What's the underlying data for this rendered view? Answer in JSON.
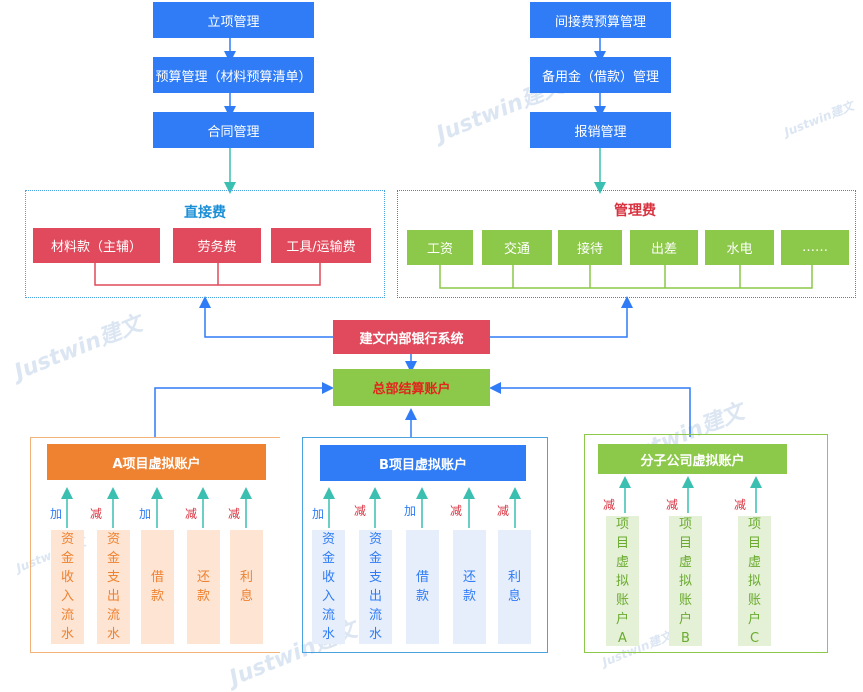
{
  "watermark": "Justwin建文",
  "left_chain": [
    "立项管理",
    "预算管理（材料预算清单）",
    "合同管理"
  ],
  "right_chain": [
    "间接费预算管理",
    "备用金（借款）管理",
    "报销管理"
  ],
  "direct_cost": {
    "title": "直接费",
    "items": [
      "材料款（主辅）",
      "劳务费",
      "工具/运输费"
    ]
  },
  "management_cost": {
    "title": "管理费",
    "items": [
      "工资",
      "交通",
      "接待",
      "出差",
      "水电",
      "……"
    ]
  },
  "bank_system": "建文内部银行系统",
  "hq_account": "总部结算账户",
  "account_a": {
    "title": "A项目虚拟账户",
    "signs": [
      "加",
      "减",
      "加",
      "减",
      "减"
    ],
    "columns": [
      [
        "资",
        "金",
        "收",
        "入",
        "流",
        "水"
      ],
      [
        "资",
        "金",
        "支",
        "出",
        "流",
        "水"
      ],
      [
        "借",
        "款"
      ],
      [
        "还",
        "款"
      ],
      [
        "利",
        "息"
      ]
    ]
  },
  "account_b": {
    "title": "B项目虚拟账户",
    "signs": [
      "加",
      "减",
      "加",
      "减",
      "减"
    ],
    "columns": [
      [
        "资",
        "金",
        "收",
        "入",
        "流",
        "水"
      ],
      [
        "资",
        "金",
        "支",
        "出",
        "流",
        "水"
      ],
      [
        "借",
        "款"
      ],
      [
        "还",
        "款"
      ],
      [
        "利",
        "息"
      ]
    ]
  },
  "account_sub": {
    "title": "分子公司虚拟账户",
    "signs": [
      "减",
      "减",
      "减"
    ],
    "columns": [
      [
        "项",
        "目",
        "虚",
        "拟",
        "账",
        "户",
        "A"
      ],
      [
        "项",
        "目",
        "虚",
        "拟",
        "账",
        "户",
        "B"
      ],
      [
        "项",
        "目",
        "虚",
        "拟",
        "账",
        "户",
        "C"
      ]
    ]
  },
  "colors": {
    "blue": "#2f7cf6",
    "red": "#e04a5c",
    "green": "#8cc94a",
    "orange": "#ef8231",
    "teal_arrow": "#3bbfb0"
  }
}
